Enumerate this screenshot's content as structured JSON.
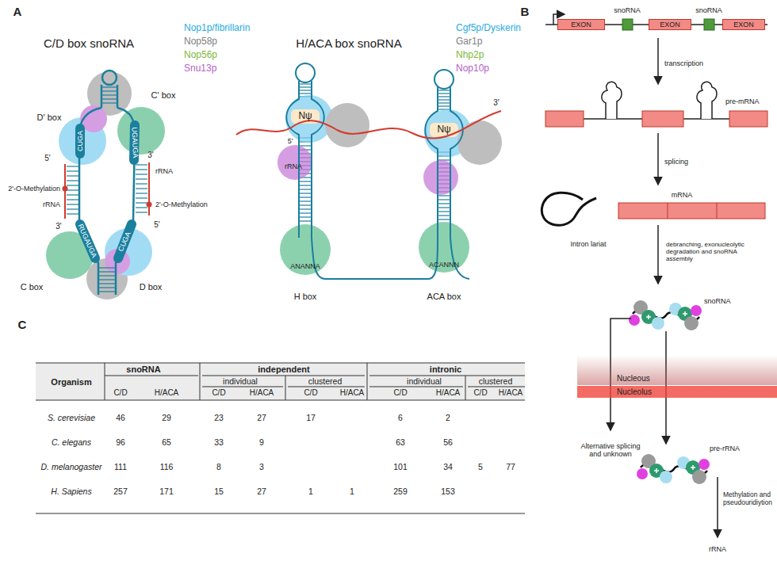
{
  "diagram": {
    "nodes": [
      {
        "text": [
          "EXON"
        ]
      },
      {
        "text": [
          "EXON"
        ]
      },
      {
        "text": [
          "EXON"
        ]
      },
      {
        "text": [
          "Nucleous"
        ]
      },
      {
        "text": [
          "Nucleolus"
        ]
      }
    ],
    "labels": [
      "A",
      "C/D box snoRNA",
      "H/ACA box snoRNA",
      "C' box",
      "D' box",
      "UGAUGA",
      "CUGA",
      "5'",
      "2'-O-Methylation",
      "rRNA",
      "3'",
      "3'",
      "rRNA",
      "2'-O-Methylation",
      "5'",
      "RUGAUGA",
      "CUGA",
      "C box",
      "D box",
      "Nψ",
      "Nψ",
      "5'",
      "rRNA",
      "3'",
      "ANANNA",
      "H box",
      "ACANNN",
      "ACA box",
      "B",
      "snoRNA",
      "snoRNA",
      "transcription",
      "pre-mRNA",
      "splicing",
      "Intron lariat",
      "mRNA",
      "debranching, exonucleolytic degradation and snoRNA assembly",
      "snoRNA",
      "Alternative splicing and unknown",
      "pre-rRNA",
      "Methylation and pseudouridiytion",
      "rRNA",
      "C",
      "Organism",
      "snoRNA",
      "independent",
      "intronic",
      "individual",
      "clustered",
      "individual",
      "clustered",
      "C/D",
      "H/ACA",
      "C/D",
      "H/ACA",
      "C/D",
      "H/ACA",
      "C/D",
      "H/ACA",
      "C/D",
      "H/ACA",
      "S. cerevisiae",
      "46",
      "29",
      "23",
      "27",
      "17",
      "6",
      "2",
      "C. elegans",
      "96",
      "65",
      "33",
      "9",
      "63",
      "56",
      "D. melanogaster",
      "111",
      "116",
      "8",
      "3",
      "101",
      "34",
      "5",
      "77",
      "H. Sapiens",
      "257",
      "171",
      "15",
      "27",
      "1",
      "1",
      "259",
      "153"
    ],
    "legend": [
      {
        "text": "Nop1p/fibrillarin",
        "color": "#29abe2"
      },
      {
        "text": "Nop58p",
        "color": "#808080"
      },
      {
        "text": "Nop56p",
        "color": "#7db83a"
      },
      {
        "text": "Snu13p",
        "color": "#b45fc8"
      },
      {
        "text": "Cgf5p/Dyskerin",
        "color": "#29abe2"
      },
      {
        "text": "Gar1p",
        "color": "#808080"
      },
      {
        "text": "Nhp2p",
        "color": "#7db83a"
      },
      {
        "text": "Nop10p",
        "color": "#b45fc8"
      }
    ]
  }
}
